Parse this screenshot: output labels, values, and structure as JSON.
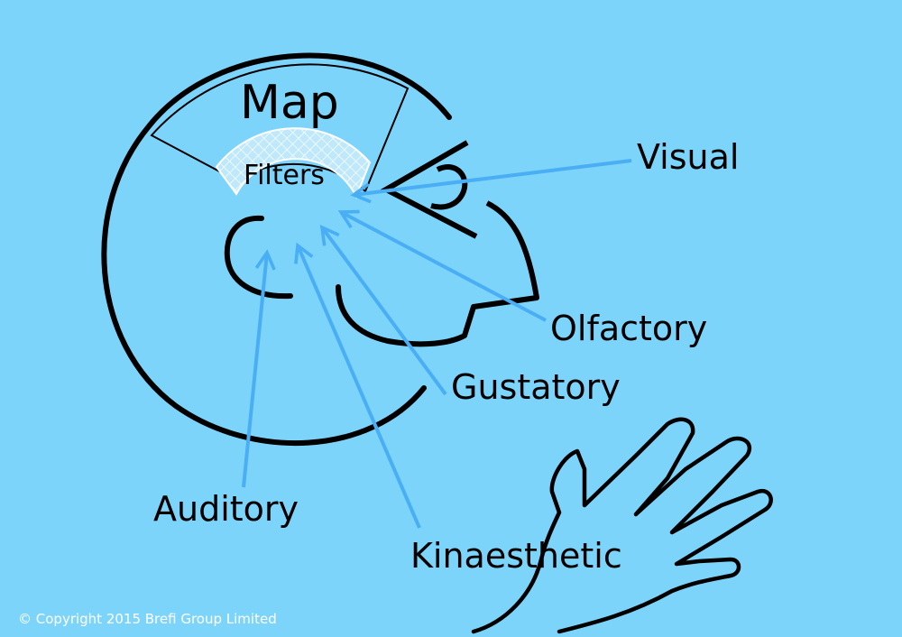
{
  "colors": {
    "background": "#7dd4fa",
    "line": "#000000",
    "arrow": "#4aaef5",
    "filter_fill": "#bfe8fb"
  },
  "labels": {
    "map": "Map",
    "filters": "Filters",
    "visual": "Visual",
    "olfactory": "Olfactory",
    "gustatory": "Gustatory",
    "auditory": "Auditory",
    "kinaesthetic": "Kinaesthetic"
  },
  "copyright": "© Copyright 2015 Brefi Group Limited"
}
